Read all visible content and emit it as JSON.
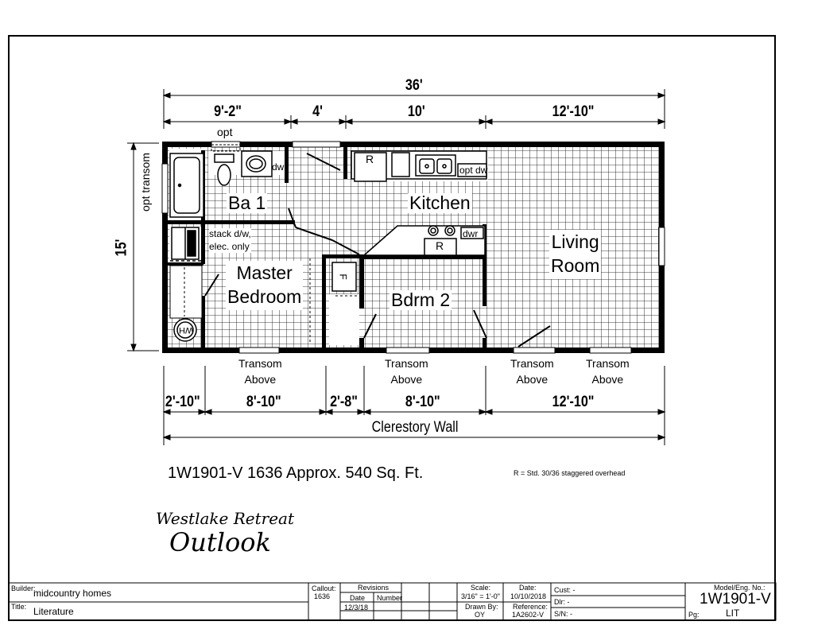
{
  "dimensions": {
    "overall_width": "36'",
    "top_segments": [
      "9'-2\"",
      "4'",
      "10'",
      "12'-10\""
    ],
    "depth": "15'",
    "bottom_segments": [
      "2'-10\"",
      "8'-10\"",
      "2'-8\"",
      "8'-10\"",
      "12'-10\""
    ],
    "bottom_overall": "Clerestory Wall"
  },
  "rooms": {
    "bath": "Ba 1",
    "kitchen": "Kitchen",
    "living": "Living\nRoom",
    "master": "Master\nBedroom",
    "bedroom2": "Bdrm 2"
  },
  "fixtures": {
    "opt_top": "opt",
    "opt_transom": "opt transom",
    "dwr_bath": "dwr",
    "range_top": "R",
    "opt_dw": "opt dw",
    "dwr_kitchen": "dwr",
    "range_island": "R",
    "stack": "stack d/w,\nelec. only",
    "furnace": "F",
    "water_heater": "WH"
  },
  "transoms": [
    "Transom\nAbove",
    "Transom\nAbove",
    "Transom\nAbove",
    "Transom\nAbove"
  ],
  "model_line": "1W1901-V 1636  Approx. 540 Sq. Ft.",
  "range_note": "R = Std. 30/36 staggered overhead",
  "branding": {
    "line1": "Westlake Retreat",
    "line2": "Outlook"
  },
  "title_block": {
    "builder_label": "Builder:",
    "builder": "midcountry homes",
    "title_label": "Title:",
    "title": "Literature",
    "callout_label": "Callout:",
    "callout": "1636",
    "revisions_label": "Revisions",
    "date_label": "Date",
    "number_label": "Number",
    "rev_date": "12/3/18",
    "scale_label": "Scale:",
    "scale": "3/16\" = 1'-0\"",
    "date2_label": "Date:",
    "date2": "10/10/2018",
    "drawn_label": "Drawn By:",
    "drawn": "OY",
    "reference_label": "Reference:",
    "reference": "1A2602-V",
    "cust_label": "Cust: -",
    "dlr_label": "Dlr:  -",
    "sn_label": "S/N:  -",
    "model_label": "Model/Eng. No.:",
    "model": "1W1901-V",
    "pg_label": "Pg:",
    "pg": "LIT"
  }
}
